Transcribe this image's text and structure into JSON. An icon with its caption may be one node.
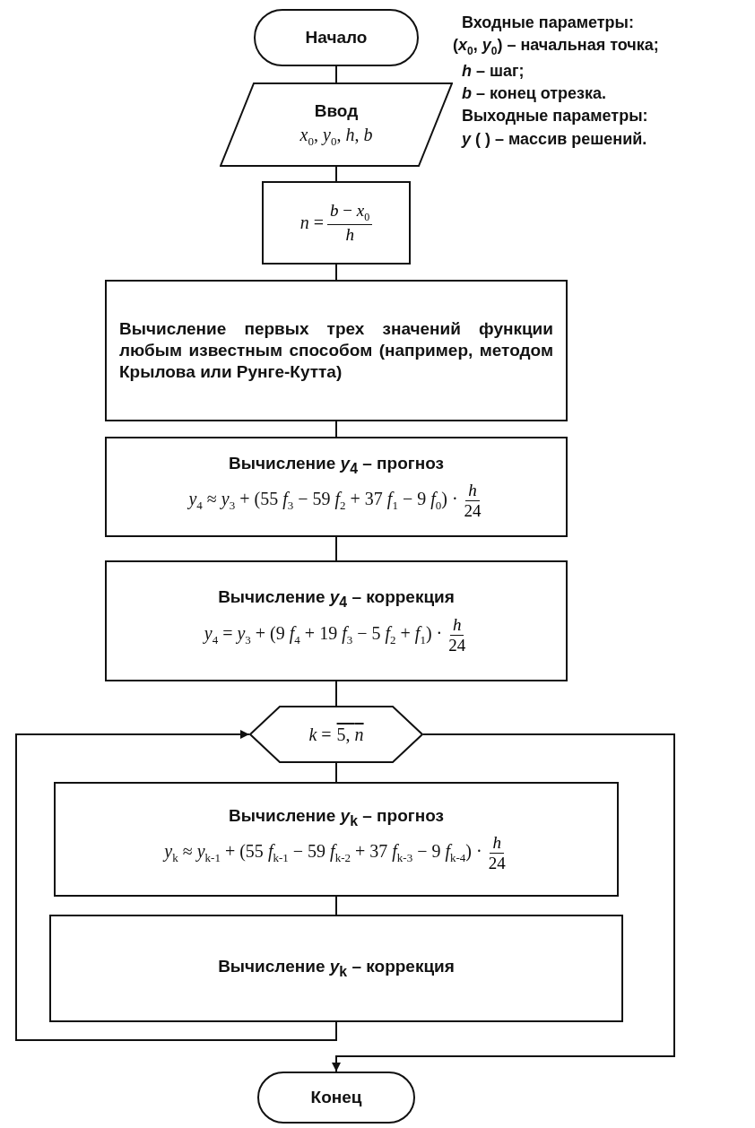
{
  "diagram": {
    "nodes": [
      {
        "text": [
          "Начало"
        ]
      },
      {
        "text": [
          "Ввод",
          "*x*$_{0}$, *y*$_{0}$, *h*, *b*"
        ]
      },
      {
        "text": [
          "*n* =",
          "*b* − *x*$_{0}$",
          "*h*"
        ]
      },
      {
        "text": [
          "Вычисление первых трех значений функции любым известным способом (например, методом Крылова или Рунге-Кутта)"
        ]
      },
      {
        "text": [
          "Вычисление *y*$_{4}$ – прогноз",
          "*y*$_{4}$ ≈ *y*$_{3}$ + (55 *f*$_{3}$ − 59 *f*$_{2}$ + 37 *f*$_{1}$ − 9 *f*$_{0}$) ·",
          "*h*",
          "24"
        ]
      },
      {
        "text": [
          "Вычисление *y*$_{4}$ – коррекция",
          "*y*$_{4}$ = *y*$_{3}$ + (9 *f*$_{4}$ + 19 *f*$_{3}$ − 5 *f*$_{2}$ + *f*$_{1}$) ·",
          "*h*",
          "24"
        ]
      },
      {
        "text": [
          "*k* =",
          "5, *n*"
        ]
      },
      {
        "text": [
          "Вычисление *y*$_{k}$ – прогноз",
          "*y*$_{k}$ ≈ *y*$_{k-1}$ + (55 *f*$_{k-1}$ − 59 *f*$_{k-2}$ + 37 *f*$_{k-3}$ − 9 *f*$_{k-4}$) ·",
          "*h*",
          "24"
        ]
      },
      {
        "text": [
          "Вычисление *y*$_{k}$ – коррекция"
        ]
      },
      {
        "text": [
          "Конец"
        ]
      }
    ],
    "edges": [
      {
        "from": 0,
        "to": 1,
        "arrow": "none"
      },
      {
        "from": 1,
        "to": 2,
        "arrow": "none"
      },
      {
        "from": 2,
        "to": 3,
        "arrow": "none"
      },
      {
        "from": 3,
        "to": 4,
        "arrow": "none"
      },
      {
        "from": 4,
        "to": 5,
        "arrow": "none"
      },
      {
        "from": 5,
        "to": 6,
        "arrow": "none"
      },
      {
        "from": 6,
        "to": 7,
        "arrow": "none"
      },
      {
        "from": 8,
        "to": 6,
        "arrow": "to"
      },
      {
        "from": 6,
        "to": 9,
        "arrow": "to"
      },
      {
        "from": 7,
        "to": 8,
        "arrow": "none"
      }
    ],
    "labels": [
      "Входные параметры:",
      "(*x*$_{0}$, *y*$_{0}$) – начальная точка;",
      "*h* – шаг;",
      "*b* – конец отрезка.",
      "Выходные параметры:",
      "*y* ( ) – массив решений."
    ]
  }
}
